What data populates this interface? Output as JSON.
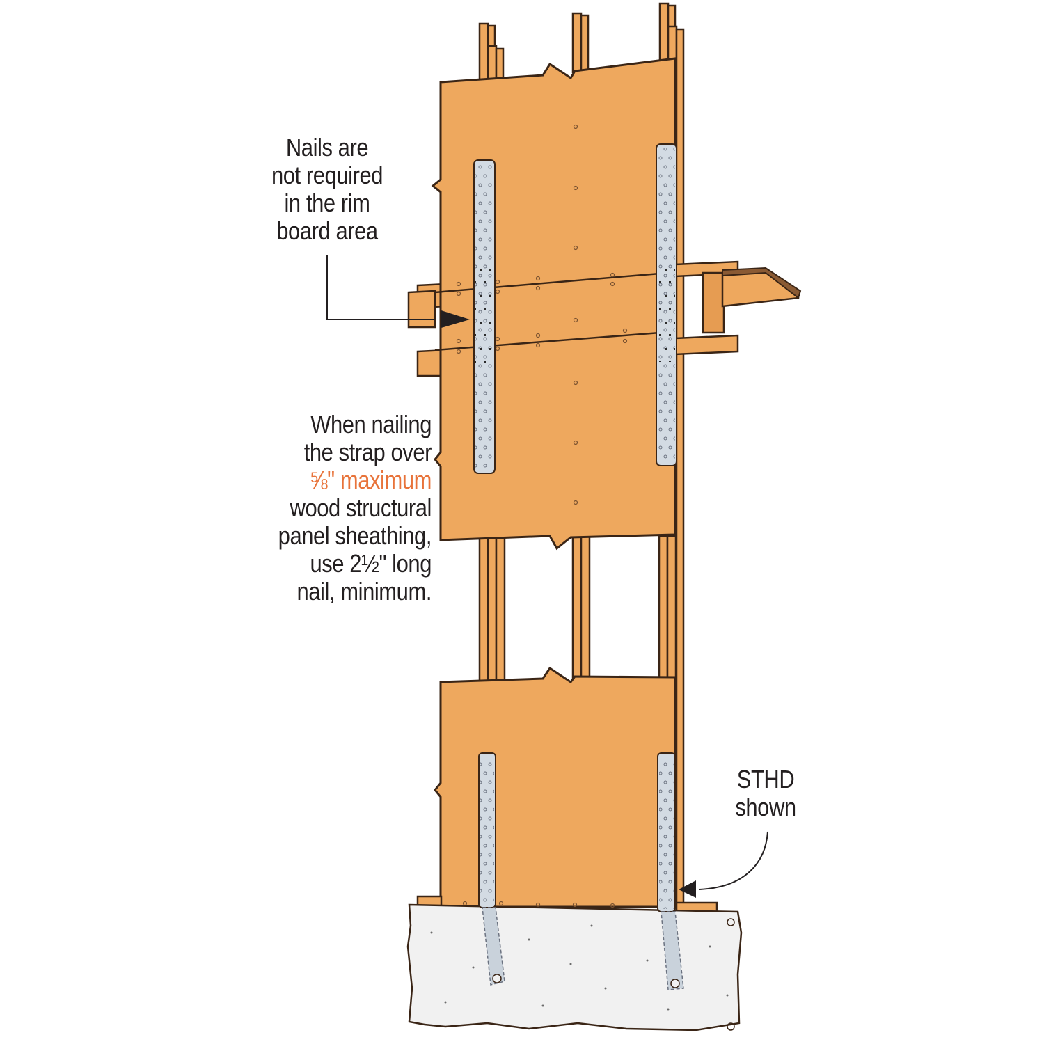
{
  "diagram": {
    "subject": "Wall section with STHD strap-tie holdowns over wood structural panel sheathing, spanning rim board, anchored in concrete foundation",
    "colors": {
      "wood": "#eea85e",
      "wood_dark": "#d8904a",
      "outline": "#3a2516",
      "strap": "#d3dbe3",
      "strap_hole": "#6b7280",
      "concrete": "#f1f1f1",
      "callout_text": "#231f20",
      "accent_text": "#e8733a",
      "arrow": "#231f20"
    }
  },
  "callouts": {
    "rim_board": {
      "lines": [
        "Nails are",
        "not required",
        "in the rim",
        "board area"
      ],
      "arrow_target": "rim board area"
    },
    "sheathing": {
      "lines": [
        "When nailing",
        "the strap over",
        "⅝\" maximum",
        "wood structural",
        "panel sheathing,",
        "use 2½\" long",
        "nail, minimum."
      ],
      "accent_line_index": 2
    },
    "product": {
      "lines": [
        "STHD",
        "shown"
      ],
      "arrow_target": "strap at sill plate"
    }
  },
  "components": {
    "upper_panel": "wood structural panel sheathing (upper)",
    "lower_panel": "wood structural panel sheathing (lower)",
    "rim_board": "rim board / floor joist band",
    "floor_sheathing": "floor sheathing",
    "studs": [
      "double stud left",
      "single stud center",
      "double stud right"
    ],
    "straps": [
      "STHD strap upper left",
      "STHD strap upper right",
      "STHD strap lower left",
      "STHD strap lower right"
    ],
    "foundation": "concrete foundation",
    "sill_plate": "sill plate"
  }
}
